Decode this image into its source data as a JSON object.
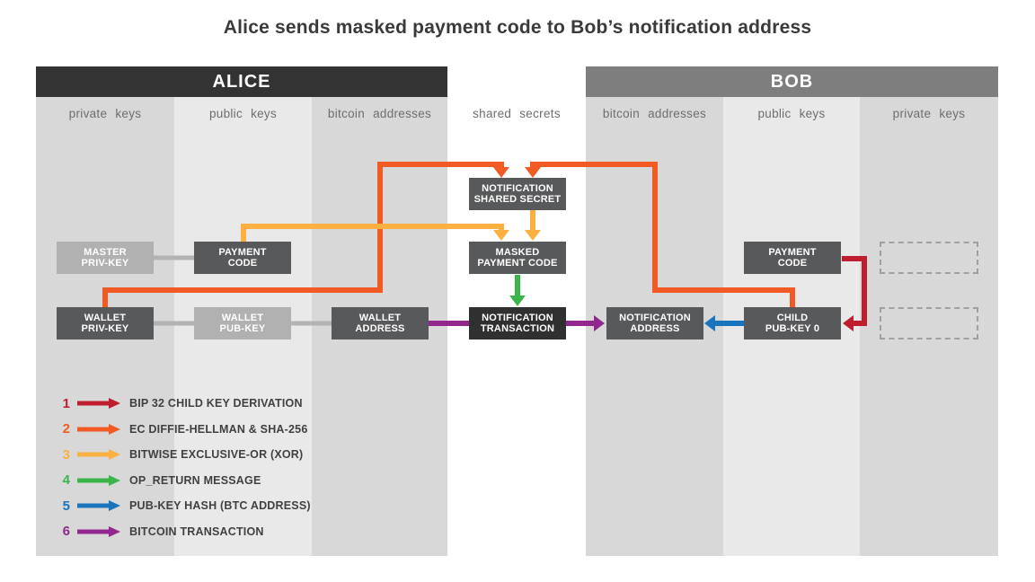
{
  "title": "Alice sends masked payment code to Bob’s notification address",
  "colors": {
    "red": "#be1e2d",
    "orange": "#f15a24",
    "yellow": "#fbb040",
    "green": "#3ab54a",
    "blue": "#1b75bc",
    "purple": "#92278f",
    "alice_header_bg": "#333333",
    "bob_header_bg": "#7e7e7e",
    "column_dark": "#d8d8d8",
    "column_light": "#e9e9e9",
    "box_dark": "#58595b",
    "box_light": "#b1b1b1",
    "box_black": "#303030",
    "connector_gray": "#b3b3b3"
  },
  "panels": {
    "alice": {
      "title": "ALICE",
      "columns": [
        "private keys",
        "public keys",
        "bitcoin addresses"
      ]
    },
    "shared": {
      "column": "shared secrets"
    },
    "bob": {
      "title": "BOB",
      "columns": [
        "bitcoin addresses",
        "public keys",
        "private keys"
      ]
    }
  },
  "boxes": {
    "master_priv_key": "MASTER\nPRIV-KEY",
    "payment_code_alice": "PAYMENT\nCODE",
    "wallet_priv_key": "WALLET\nPRIV-KEY",
    "wallet_pub_key": "WALLET\nPUB-KEY",
    "wallet_address": "WALLET\nADDRESS",
    "notification_shared_secret": "NOTIFICATION\nSHARED SECRET",
    "masked_payment_code": "MASKED\nPAYMENT CODE",
    "notification_transaction": "NOTIFICATION\nTRANSACTION",
    "notification_address": "NOTIFICATION\nADDRESS",
    "payment_code_bob": "PAYMENT\nCODE",
    "child_pub_key_0": "CHILD\nPUB-KEY 0"
  },
  "legend": {
    "items": [
      {
        "number": "1",
        "color": "#be1e2d",
        "label": "BIP 32 CHILD KEY DERIVATION"
      },
      {
        "number": "2",
        "color": "#f15a24",
        "label": "EC DIFFIE-HELLMAN & SHA-256"
      },
      {
        "number": "3",
        "color": "#fbb040",
        "label": "BITWISE EXCLUSIVE-OR (XOR)"
      },
      {
        "number": "4",
        "color": "#3ab54a",
        "label": "OP_RETURN MESSAGE"
      },
      {
        "number": "5",
        "color": "#1b75bc",
        "label": "PUB-KEY HASH (BTC ADDRESS)"
      },
      {
        "number": "6",
        "color": "#92278f",
        "label": "BITCOIN TRANSACTION"
      }
    ]
  }
}
